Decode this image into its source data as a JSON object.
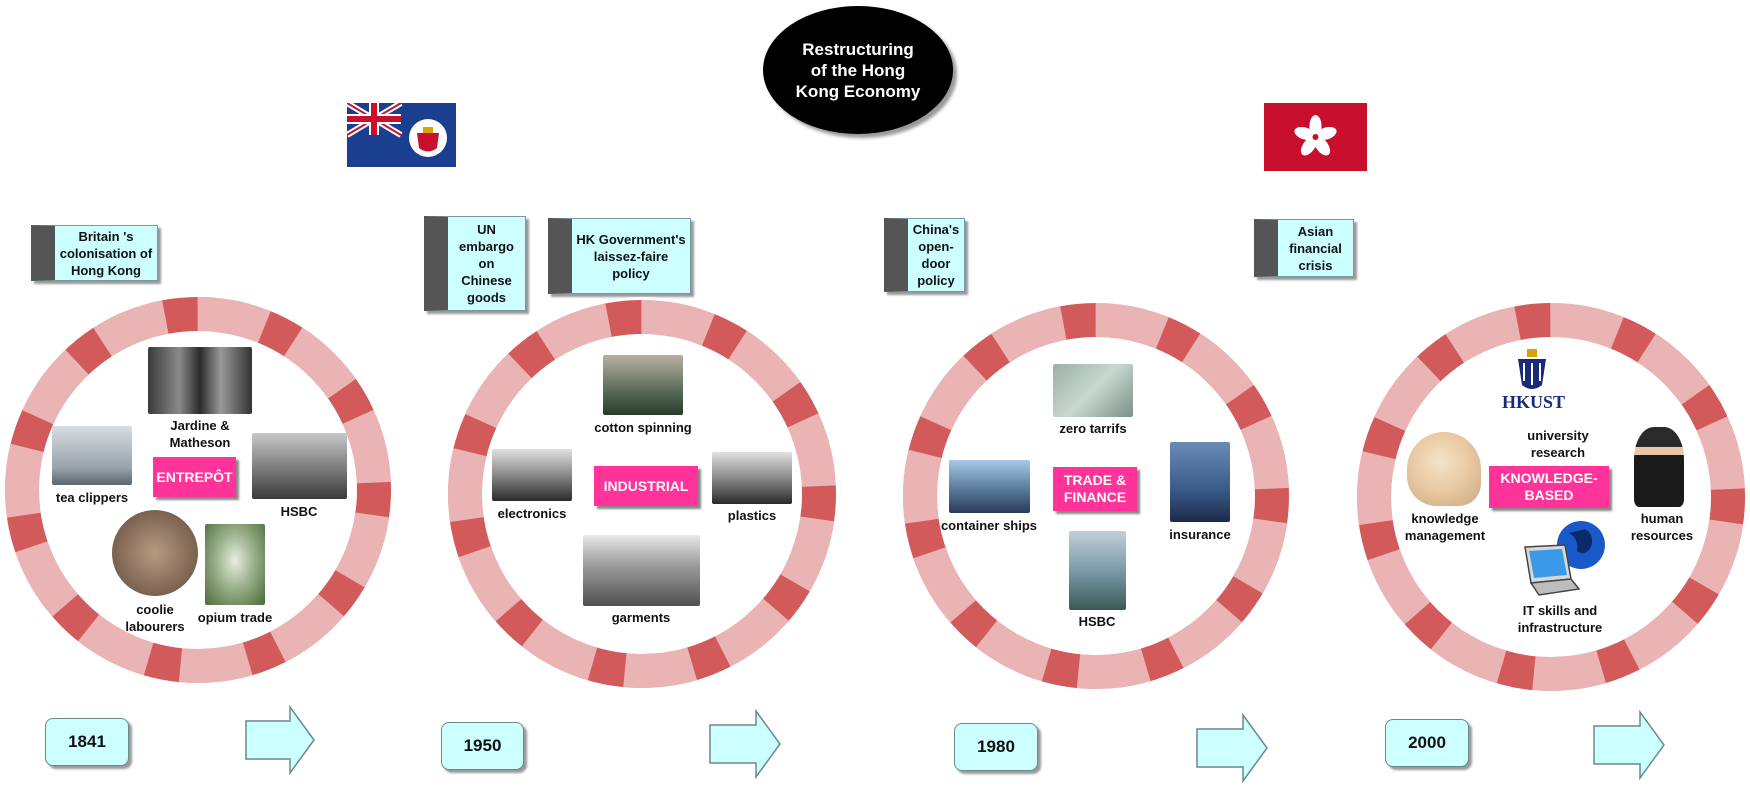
{
  "title": "Restructuring of the Hong Kong Economy",
  "flags": {
    "colonial": "colonial-hk-flag",
    "hksar": "hksar-flag",
    "colors": {
      "blue": "#1b3f8f",
      "red": "#c8102e"
    }
  },
  "events": [
    "Britain 's colonisation of Hong Kong",
    "UN embargo on Chinese goods",
    "HK Government's laissez-faire policy",
    "China's open-door policy",
    "Asian financial crisis"
  ],
  "phases": [
    {
      "hub": "ENTREPÔT",
      "items": [
        "Jardine & Matheson",
        "tea clippers",
        "HSBC",
        "coolie labourers",
        "opium trade"
      ]
    },
    {
      "hub": "INDUSTRIAL",
      "items": [
        "cotton spinning",
        "electronics",
        "plastics",
        "garments"
      ]
    },
    {
      "hub": "TRADE & FINANCE",
      "items": [
        "zero tarrifs",
        "container ships",
        "insurance",
        "HSBC"
      ]
    },
    {
      "hub": "KNOWLEDGE-BASED",
      "items": [
        "university research",
        "knowledge management",
        "human resources",
        "IT skills and infrastructure"
      ]
    }
  ],
  "hkust_logo": "HKUST",
  "years": [
    "1841",
    "1950",
    "1980",
    "2000"
  ],
  "colors": {
    "hub": "#ff3399",
    "box": "#ccffff",
    "ring": "#d25a5a"
  }
}
